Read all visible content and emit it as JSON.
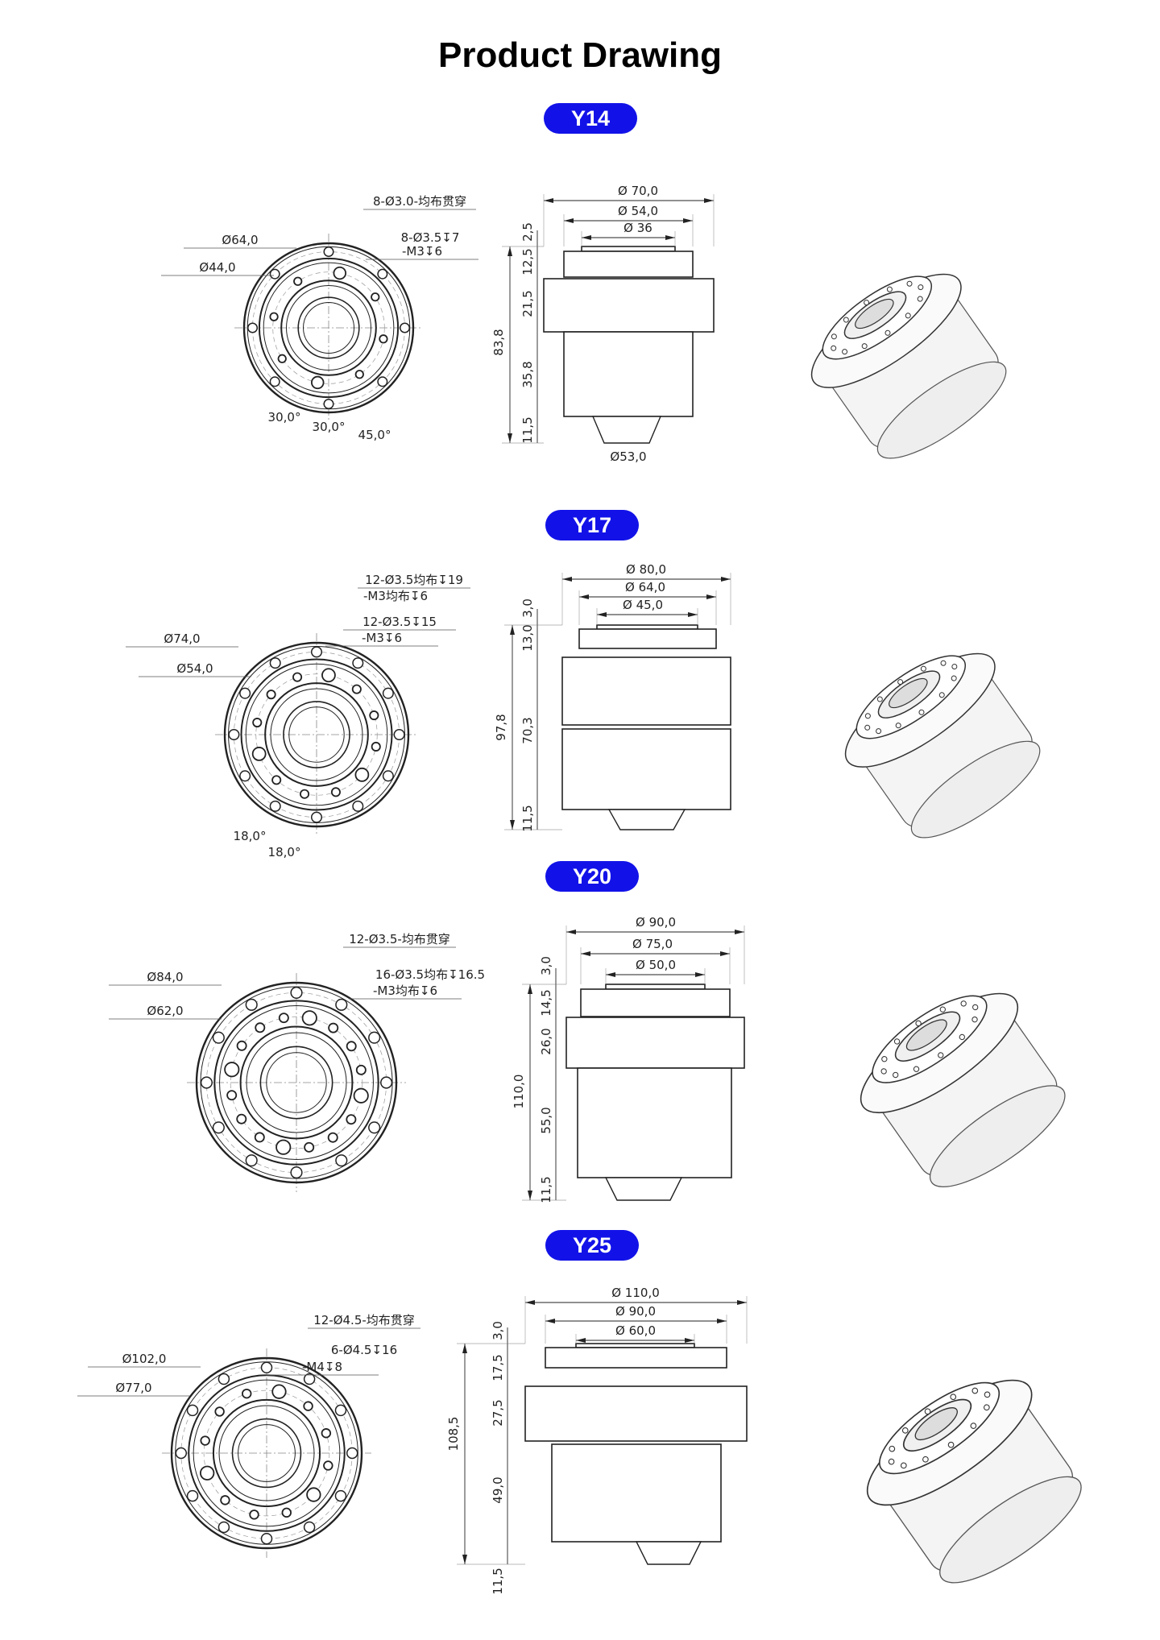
{
  "title": "Product Drawing",
  "sections": [
    {
      "model": "Y14",
      "front_labels": [
        "8-Ø3.0-均布贯穿",
        "8-Ø3.5↧7",
        "-M3↧6",
        "Ø64,0",
        "Ø44,0"
      ],
      "angle_labels": [
        "30,0°",
        "30,0°",
        "45,0°"
      ],
      "diameter_labels": [
        "Ø  70,0",
        "Ø  54,0",
        "Ø  36"
      ],
      "height_labels": [
        "2,5",
        "12,5",
        "21,5",
        "35,8",
        "11,5"
      ],
      "total_height": "83,8",
      "bottom_diameter": "Ø53,0"
    },
    {
      "model": "Y17",
      "front_labels": [
        "12-Ø3.5均布↧19",
        "-M3均布↧6",
        "12-Ø3.5↧15",
        "-M3↧6",
        "Ø74,0",
        "Ø54,0"
      ],
      "angle_labels": [
        "18,0°",
        "18,0°"
      ],
      "diameter_labels": [
        "Ø  80,0",
        "Ø  64,0",
        "Ø  45,0"
      ],
      "height_labels": [
        "3,0",
        "13,0",
        "70,3",
        "11,5"
      ],
      "total_height": "97,8"
    },
    {
      "model": "Y20",
      "front_labels": [
        "12-Ø3.5-均布贯穿",
        "16-Ø3.5均布↧16.5",
        "-M3均布↧6",
        "Ø84,0",
        "Ø62,0"
      ],
      "angle_labels": [],
      "diameter_labels": [
        "Ø  90,0",
        "Ø  75,0",
        "Ø  50,0"
      ],
      "height_labels": [
        "3,0",
        "14,5",
        "26,0",
        "55,0",
        "11,5"
      ],
      "total_height": "110,0"
    },
    {
      "model": "Y25",
      "front_labels": [
        "12-Ø4.5-均布贯穿",
        "6-Ø4.5↧16",
        "-M4↧8",
        "Ø102,0",
        "Ø77,0"
      ],
      "angle_labels": [],
      "diameter_labels": [
        "Ø  110,0",
        "Ø  90,0",
        "Ø  60,0"
      ],
      "height_labels": [
        "3,0",
        "17,5",
        "27,5",
        "49,0",
        "11,5"
      ],
      "total_height": "108,5"
    }
  ]
}
